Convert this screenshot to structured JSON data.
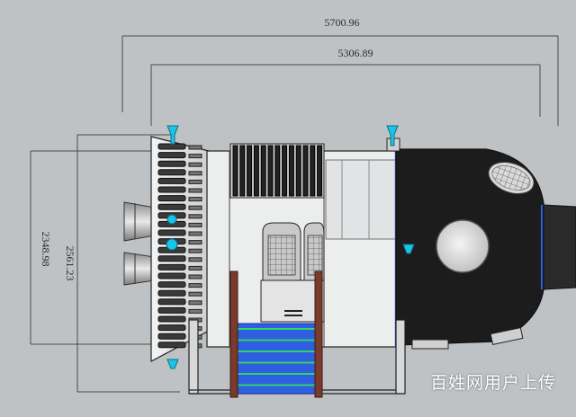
{
  "dimensions": {
    "overall_length": "5700.96",
    "body_length": "5306.89",
    "overall_height": "2561.23",
    "inner_height": "2348.98"
  },
  "watermark": "百姓网用户上传",
  "colors": {
    "background": "#bfc2c5",
    "dimension_line": "#4a4a4a",
    "hull_dark": "#1c1c1c",
    "hull_light": "#e8e9ea",
    "accent_blue": "#2b5fd8",
    "handle_cyan": "#19c4e6",
    "rail_brown": "#7a3b2c"
  }
}
